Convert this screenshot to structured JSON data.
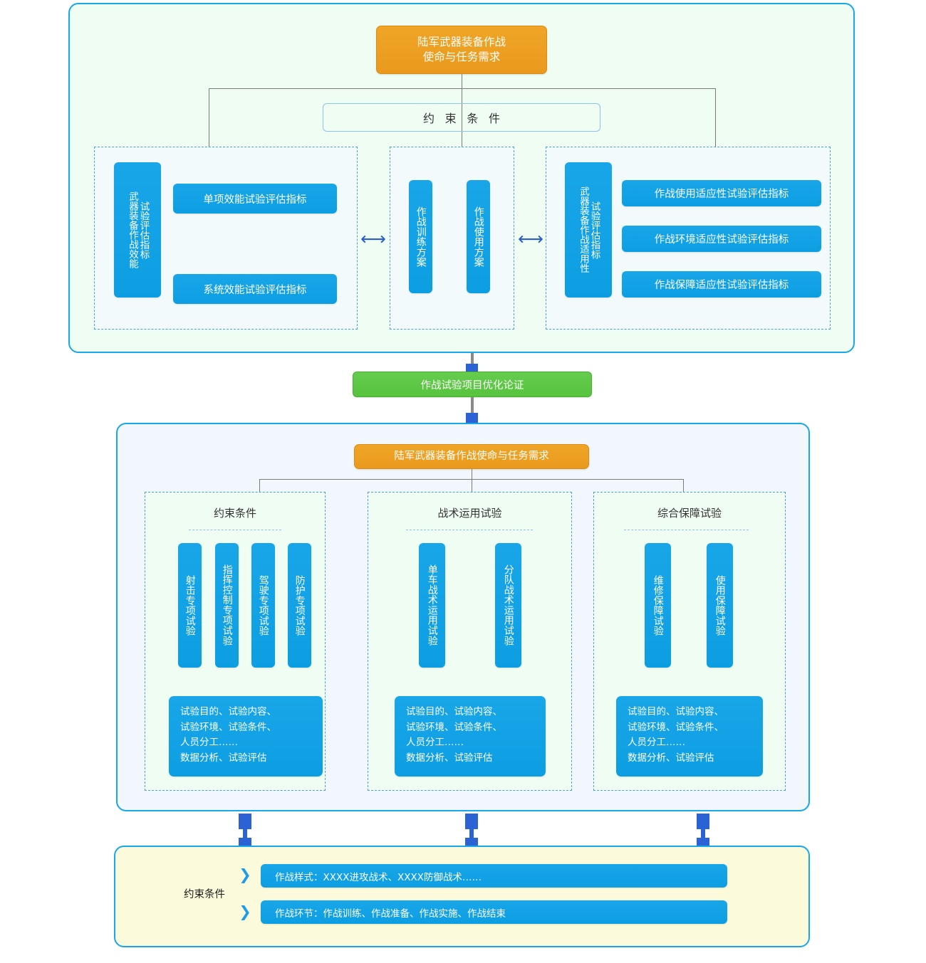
{
  "top_panel": {
    "header": "陆军武器装备作战\n使命与任务需求",
    "constraint_box": "约 束 条 件",
    "groups": [
      {
        "side_label": "试验评估指标\n武器装备作战效能",
        "items": [
          "单项效能试验评估指标",
          "系统效能试验评估指标"
        ]
      },
      {
        "side_label": "",
        "items": [
          "作战训练方案",
          "作战使用方案"
        ]
      },
      {
        "side_label": "试验评估指标\n武器装备作战适用性",
        "items": [
          "作战使用适应性试验评估指标",
          "作战环境适应性试验评估指标",
          "作战保障适应性试验评估指标"
        ]
      }
    ],
    "arrows": [
      "double-arrow-left",
      "double-arrow-right"
    ]
  },
  "connector": {
    "green_box": "作战试验项目优化论证"
  },
  "mid_panel": {
    "header": "陆军武器装备作战使命与任务需求",
    "groups": [
      {
        "title": "约束条件",
        "items": [
          "射击专项试验",
          "指挥控制专项试验",
          "驾驶专项试验",
          "防护专项试验"
        ],
        "description": "试验目的、试验内容、\n试验环境、试验条件、\n人员分工……\n数据分析、试验评估"
      },
      {
        "title": "战术运用试验",
        "items": [
          "单车战术运用试验",
          "分队战术运用试验"
        ],
        "description": "试验目的、试验内容、\n试验环境、试验条件、\n人员分工……\n数据分析、试验评估"
      },
      {
        "title": "综合保障试验",
        "items": [
          "维修保障试验",
          "使用保障试验"
        ],
        "description": "试验目的、试验内容、\n试验环境、试验条件、\n人员分工……\n数据分析、试验评估"
      }
    ]
  },
  "bottom_panel": {
    "label": "约束条件",
    "rows": [
      "作战样式：XXXX进攻战术、XXXX防御战术……",
      "作战环节：作战训练、作战准备、作战实施、作战结束"
    ],
    "chevron": "❯"
  },
  "colors": {
    "orange": "#efa426",
    "green": "#5ec742",
    "blue": "#0fa0e3",
    "panel_border": "#18a7e8",
    "panel_top_bg": "#f0fdf3",
    "panel_mid_bg": "#f2f7fd",
    "panel_bottom_bg": "#fbfbdc",
    "connector_blue": "#2b63d4",
    "line_gray": "#7b7b7b"
  }
}
